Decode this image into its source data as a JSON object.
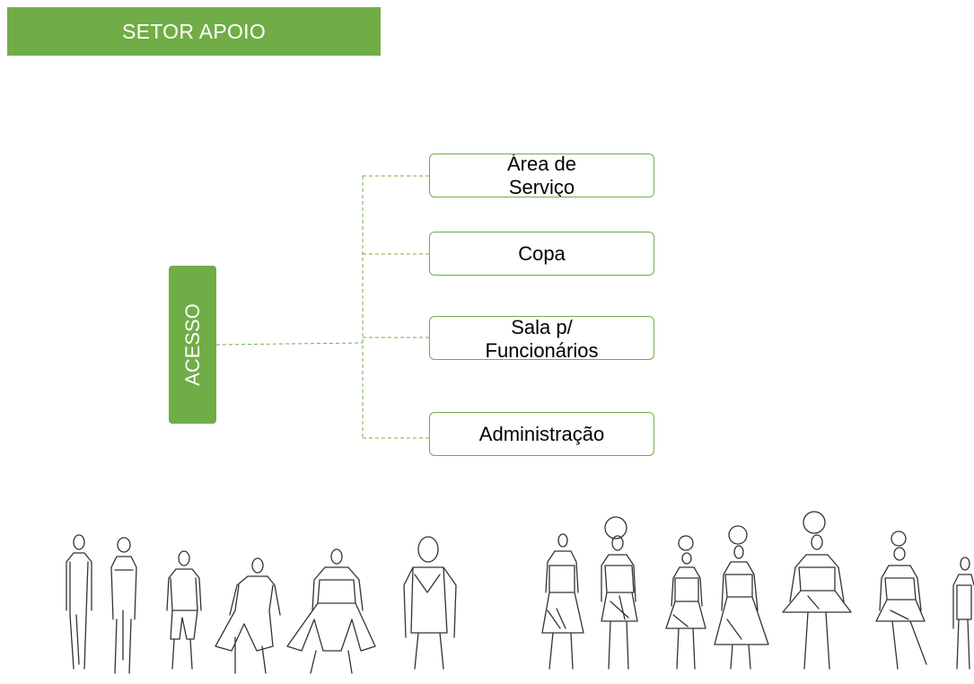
{
  "header": {
    "title": "SETOR APOIO"
  },
  "diagram": {
    "root": {
      "label": "ACESSO"
    },
    "nodes": [
      {
        "label": "Área de Serviço"
      },
      {
        "label": "Copa"
      },
      {
        "label": "Sala p/ Funcionários"
      },
      {
        "label": "Administração"
      }
    ]
  },
  "colors": {
    "accent": "#70ad47",
    "connector": "#70ad47",
    "sketch": "#333333"
  },
  "illustration": {
    "icon": "fashion-figure-sketches"
  }
}
